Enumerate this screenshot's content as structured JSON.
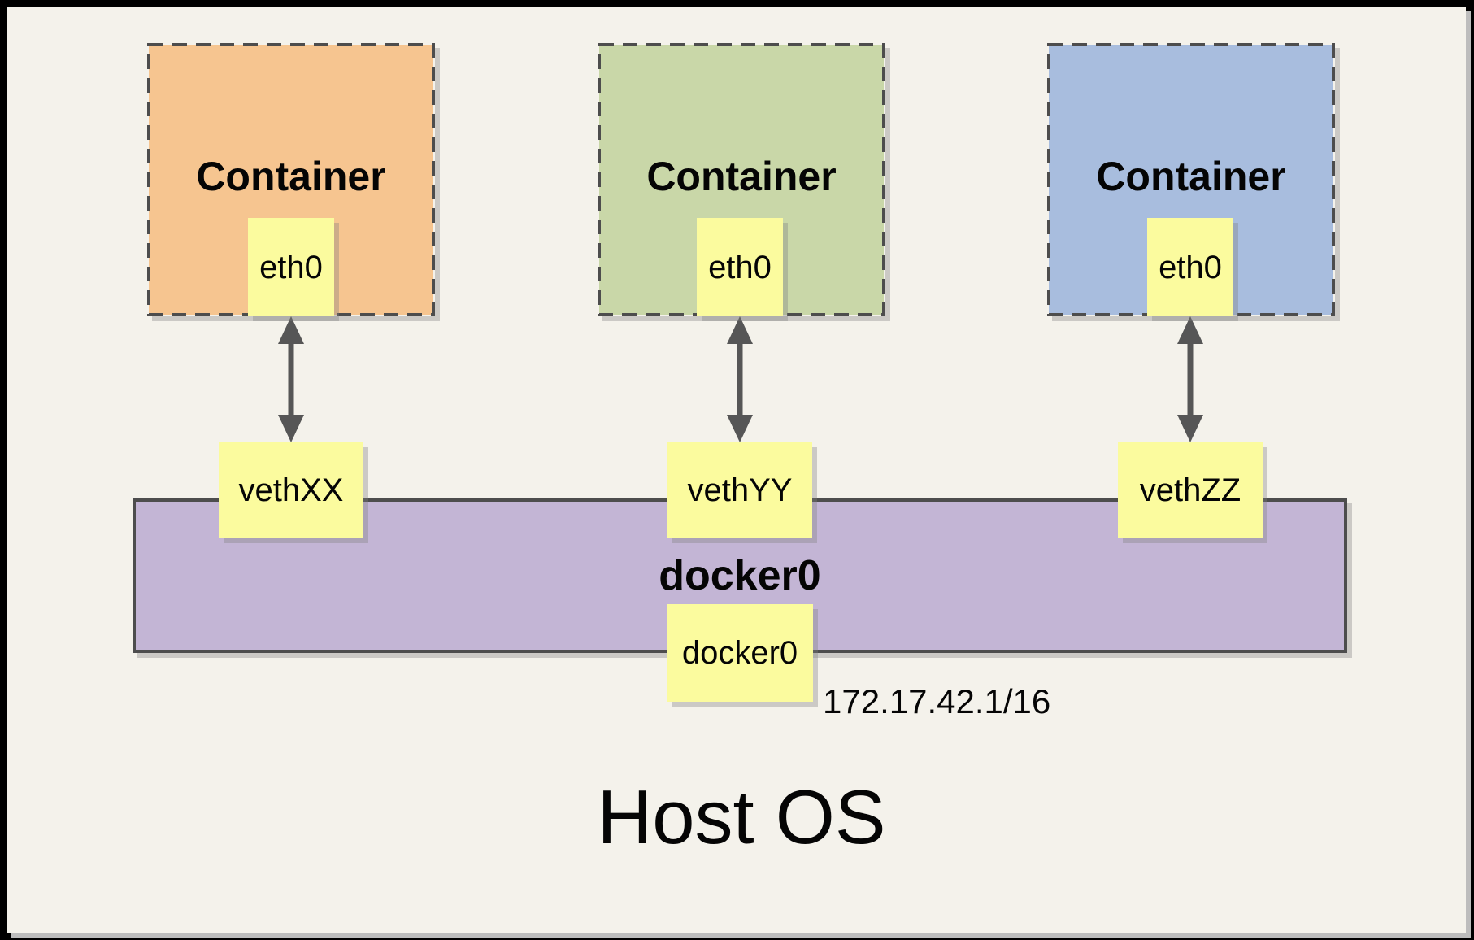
{
  "diagram": {
    "containers": [
      {
        "label": "Container",
        "interface": "eth0",
        "veth": "vethXX",
        "fill": "#F6C590"
      },
      {
        "label": "Container",
        "interface": "eth0",
        "veth": "vethYY",
        "fill": "#C9D7A8"
      },
      {
        "label": "Container",
        "interface": "eth0",
        "veth": "vethZZ",
        "fill": "#A8BDDE"
      }
    ],
    "bridge": {
      "name": "docker0",
      "interface_label": "docker0",
      "ip": "172.17.42.1/16"
    },
    "host_label": "Host OS",
    "colors": {
      "background": "#F4F2EB",
      "interface_fill": "#FBFB9E",
      "bridge_fill": "#C3B5D5",
      "dash_border": "#4D4D4D",
      "solid_border": "#4D4D4D",
      "arrow": "#565656",
      "frame": "#000000"
    }
  }
}
